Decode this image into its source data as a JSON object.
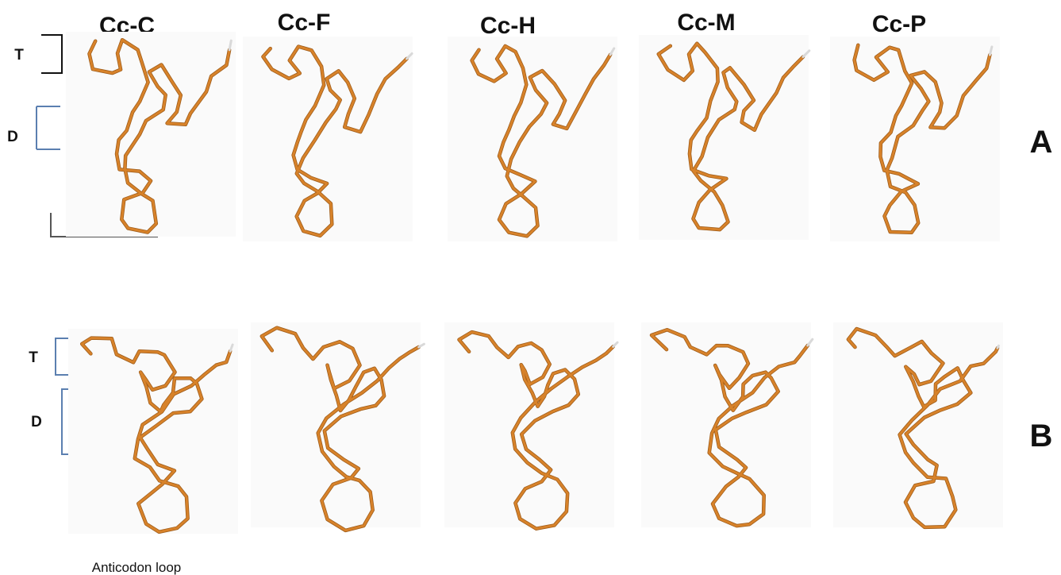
{
  "columns": [
    "Cc-C",
    "Cc-F",
    "Cc-H",
    "Cc-M",
    "Cc-P"
  ],
  "rows": [
    {
      "label": "A"
    },
    {
      "label": "B"
    }
  ],
  "annotations": {
    "t_label": "T",
    "d_label": "D",
    "anticodon_label": "Anticodon loop"
  },
  "colors": {
    "strand": "#d7822a",
    "strand_shadow": "#9c5a18",
    "bracket_dark": "#111111",
    "bracket_blue": "#5b7fb0",
    "terminal": "#d9d9d9"
  }
}
